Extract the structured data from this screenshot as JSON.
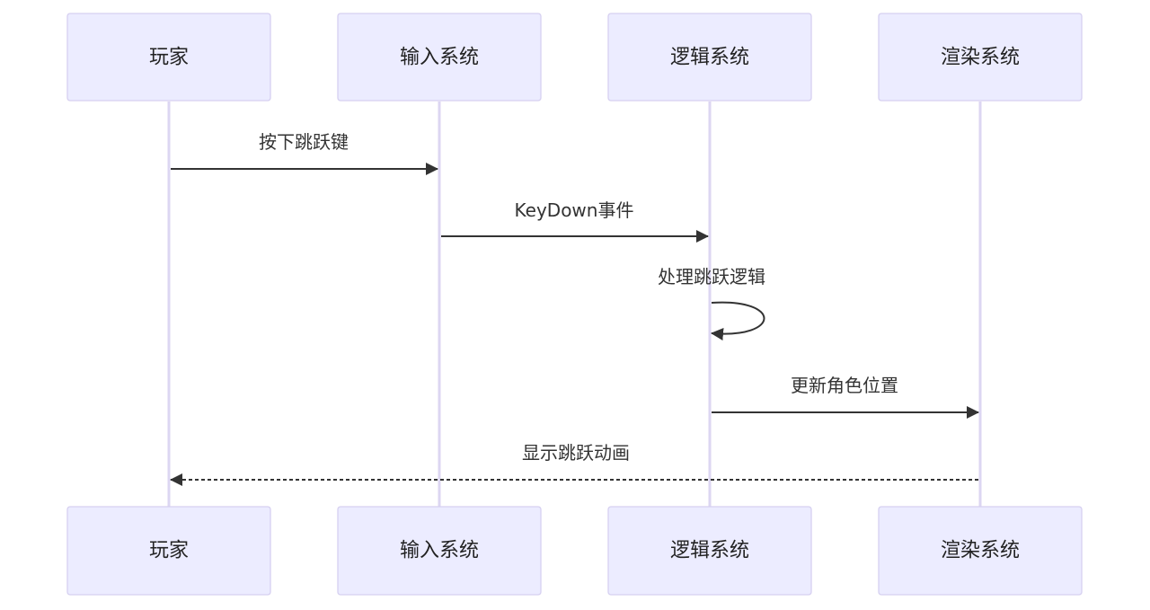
{
  "participants": [
    {
      "id": "player",
      "label": "玩家"
    },
    {
      "id": "input",
      "label": "输入系统"
    },
    {
      "id": "logic",
      "label": "逻辑系统"
    },
    {
      "id": "render",
      "label": "渲染系统"
    }
  ],
  "messages": [
    {
      "from": "player",
      "to": "input",
      "label": "按下跳跃键",
      "style": "solid"
    },
    {
      "from": "input",
      "to": "logic",
      "label": "KeyDown事件",
      "style": "solid"
    },
    {
      "from": "logic",
      "to": "logic",
      "label": "处理跳跃逻辑",
      "style": "solid"
    },
    {
      "from": "logic",
      "to": "render",
      "label": "更新角色位置",
      "style": "solid"
    },
    {
      "from": "render",
      "to": "player",
      "label": "显示跳跃动画",
      "style": "dashed"
    }
  ],
  "colors": {
    "actor_fill": "#ECECFF",
    "actor_border": "#d6d0f0",
    "lifeline": "#dcd6f2",
    "message": "#333333"
  }
}
